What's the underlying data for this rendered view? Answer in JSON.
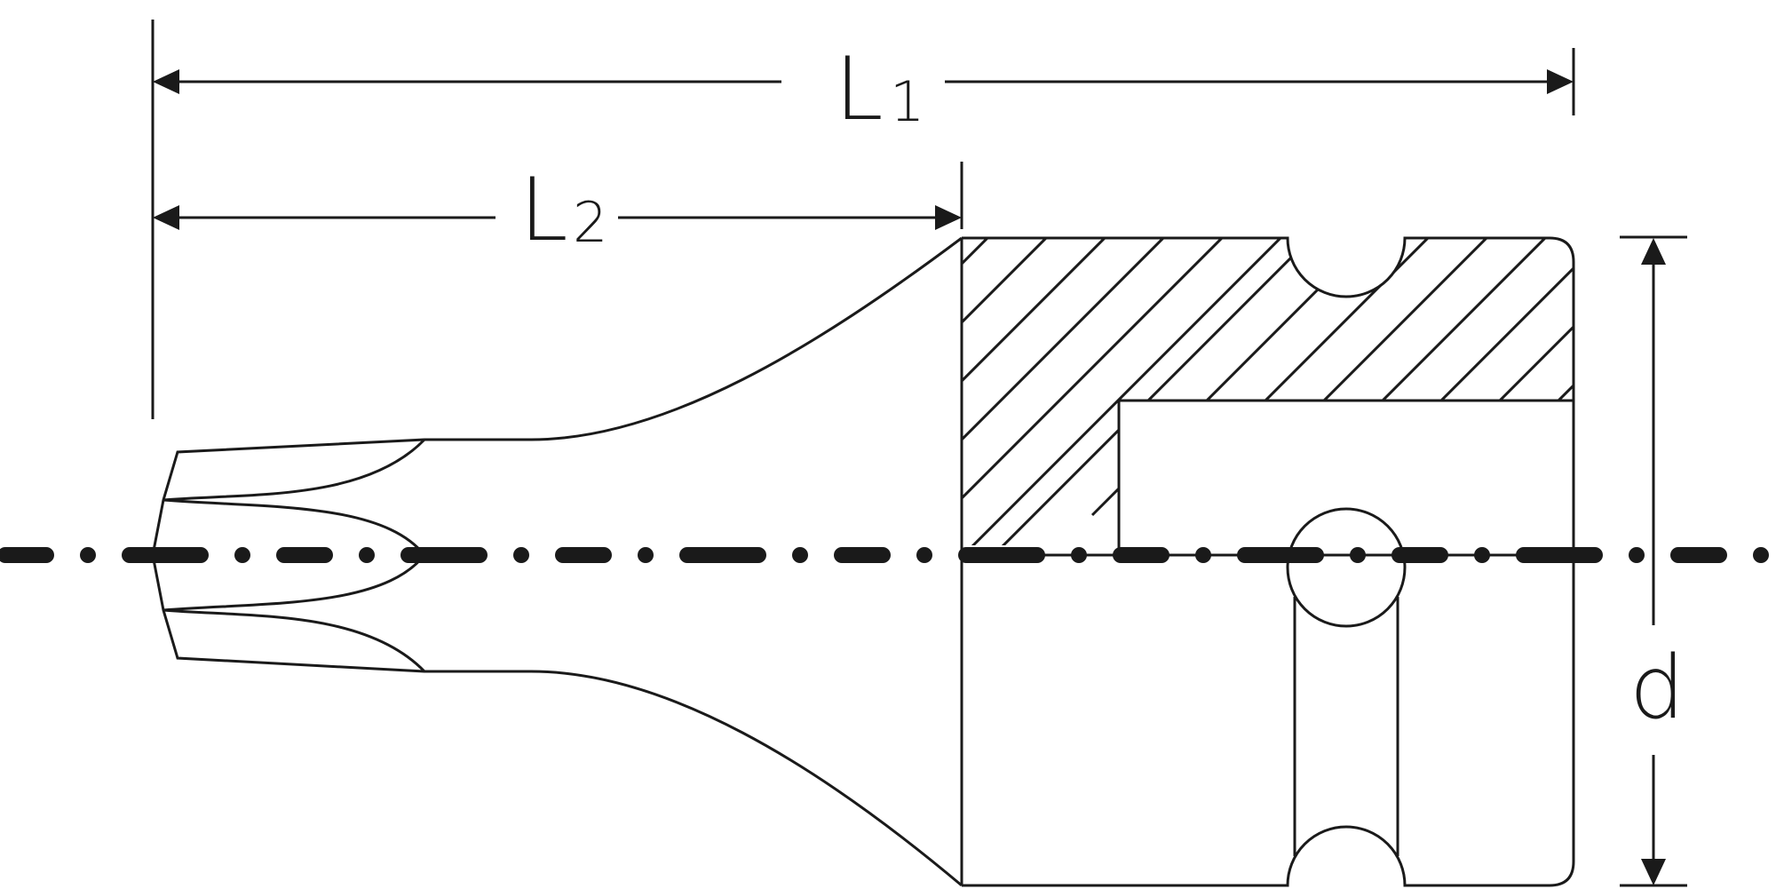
{
  "labels": {
    "overall_length": {
      "main": "L",
      "sub": "1"
    },
    "tip_length": {
      "main": "L",
      "sub": "2"
    },
    "diameter": "d"
  },
  "colors": {
    "ink": "#1a1a1a",
    "background": "#ffffff"
  }
}
